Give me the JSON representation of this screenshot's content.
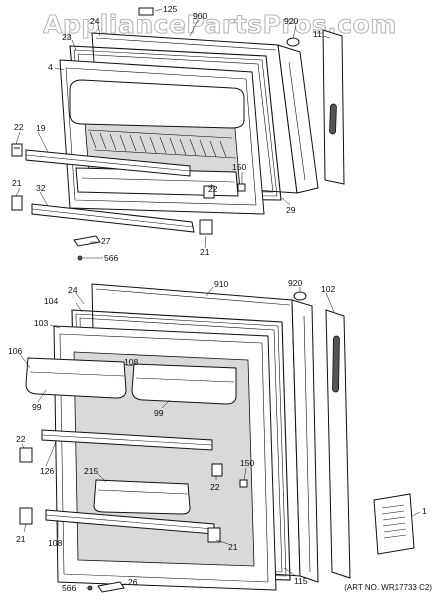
{
  "watermark": "AppliancePartsPros.com",
  "art_number": "(ART NO. WR17733 C2)",
  "labels": {
    "l125": "125",
    "l900": "900",
    "l24a": "24",
    "l920a": "920",
    "l23": "23",
    "l11": "11",
    "l4": "4",
    "l22a": "22",
    "l19": "19",
    "l150a": "150",
    "l22b": "22",
    "l21a": "21",
    "l32": "32",
    "l29": "29",
    "l27": "27",
    "l566a": "566",
    "l21b": "21",
    "l910": "910",
    "l920b": "920",
    "l102": "102",
    "l24b": "24",
    "l104": "104",
    "l103": "103",
    "l106": "106",
    "l108a": "108",
    "l99a": "99",
    "l99b": "99",
    "l22c": "22",
    "l126": "126",
    "l215": "215",
    "l150b": "150",
    "l22d": "22",
    "l21c": "21",
    "l108b": "108",
    "l21d": "21",
    "l1": "1",
    "l115": "115",
    "l566b": "566",
    "l26": "26"
  }
}
